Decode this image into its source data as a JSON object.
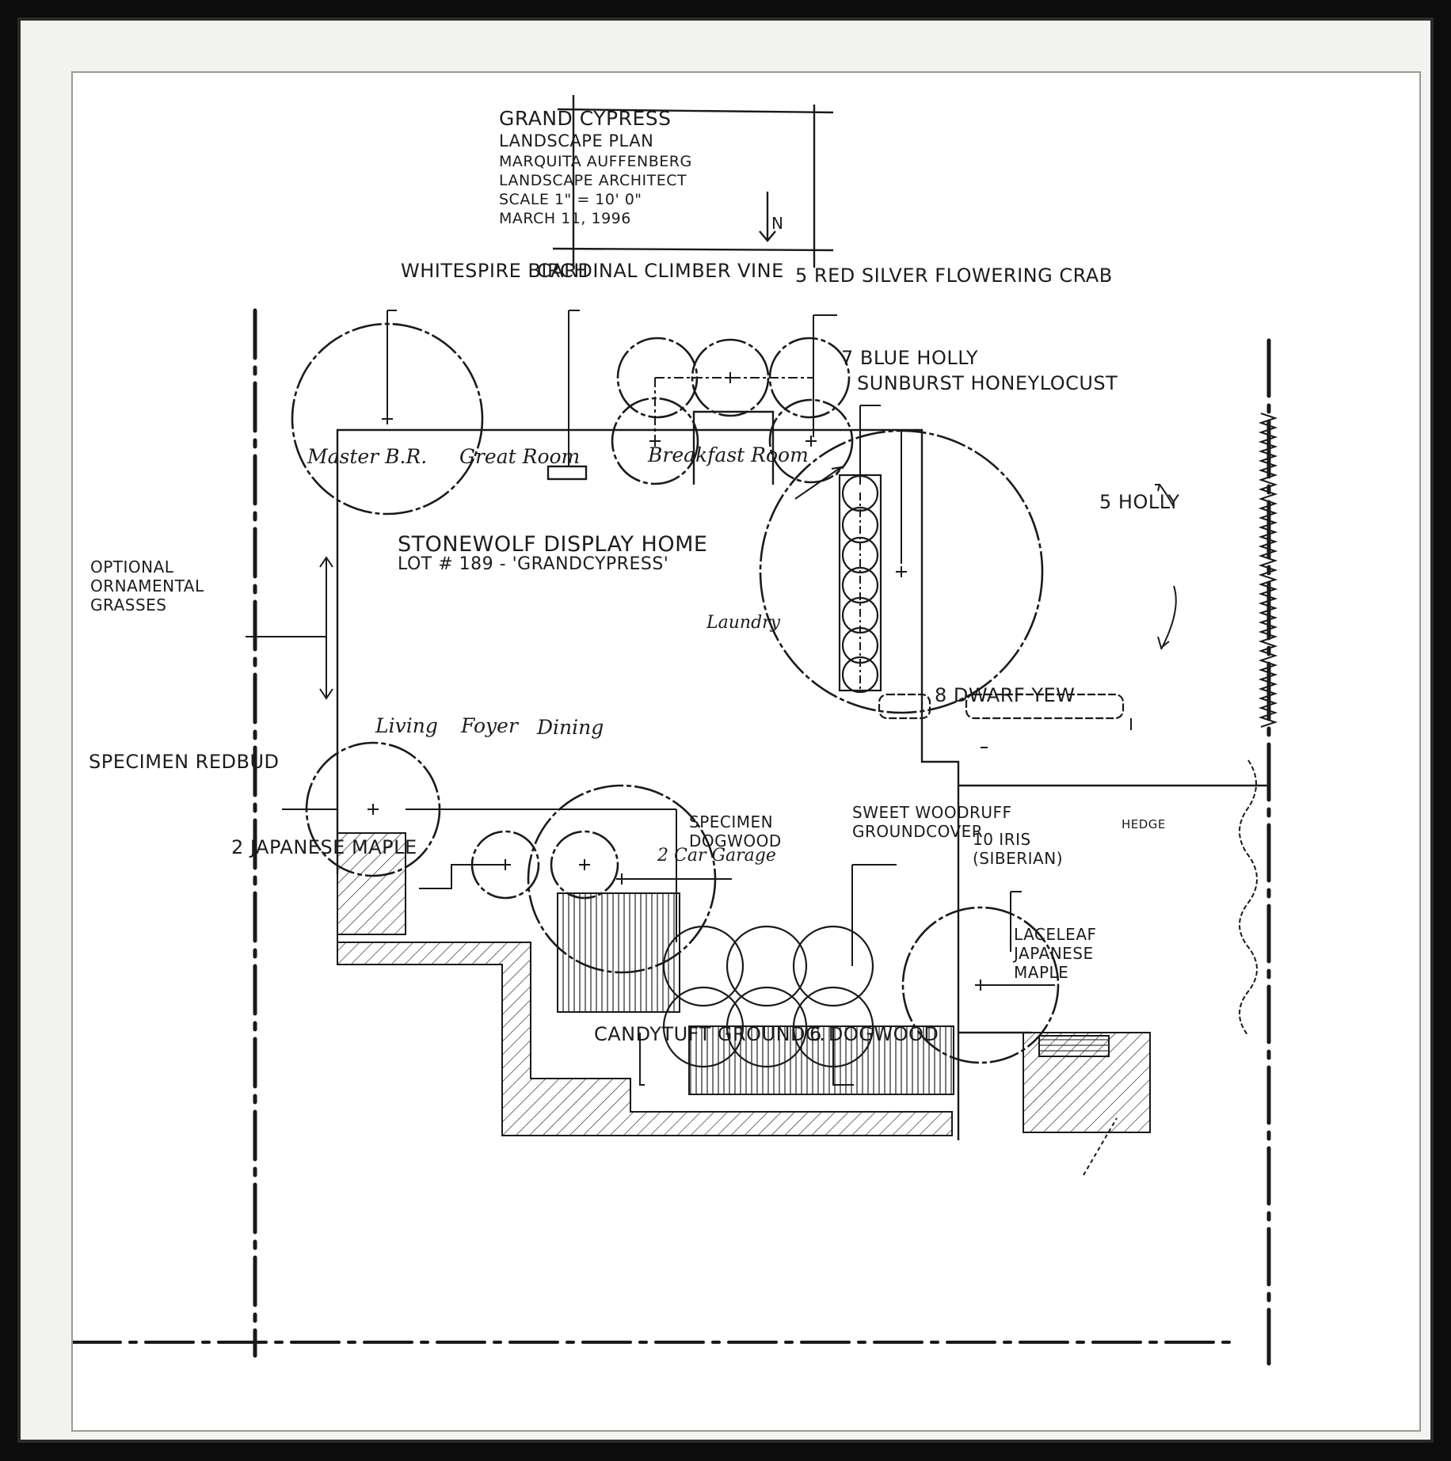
{
  "title_block": {
    "line1": "GRAND CYPRESS",
    "line2": "LANDSCAPE PLAN",
    "line3": "MARQUITA AUFFENBERG",
    "line4": "LANDSCAPE ARCHITECT",
    "line5": "SCALE 1\" = 10' 0\"",
    "line6": "MARCH 11, 1996",
    "north": "N"
  },
  "home": {
    "name": "STONEWOLF DISPLAY HOME",
    "lot": "LOT # 189 - 'GRANDCYPRESS'"
  },
  "rooms": {
    "master": "Master B.R.",
    "great": "Great Room",
    "breakfast": "Breakfast Room",
    "laundry": "Laundry",
    "living": "Living",
    "foyer": "Foyer",
    "dining": "Dining",
    "garage": "2 Car Garage"
  },
  "plants": {
    "whitespire": "WHITESPIRE BIRCH",
    "cardinal": "CARDINAL CLIMBER VINE",
    "crab": "5 RED SILVER FLOWERING CRAB",
    "blue_holly": "7 BLUE HOLLY",
    "sunburst": "SUNBURST HONEYLOCUST",
    "holly": "5 HOLLY",
    "grasses": [
      "OPTIONAL",
      "ORNAMENTAL",
      "GRASSES"
    ],
    "yew": "8 DWARF YEW",
    "redbud": "SPECIMEN REDBUD",
    "jmaple": "2 JAPANESE MAPLE",
    "spec_dogwood": [
      "SPECIMEN",
      "DOGWOOD"
    ],
    "woodruff": [
      "SWEET WOODRUFF",
      "GROUNDCOVER"
    ],
    "iris": [
      "10 IRIS",
      "(SIBERIAN)"
    ],
    "laceleaf": [
      "LACELEAF",
      "JAPANESE",
      "MAPLE"
    ],
    "candytuft": "CANDYTUFT GROUNDC.",
    "dogwood6": "6 DOGWOOD",
    "hedge": "HEDGE"
  }
}
